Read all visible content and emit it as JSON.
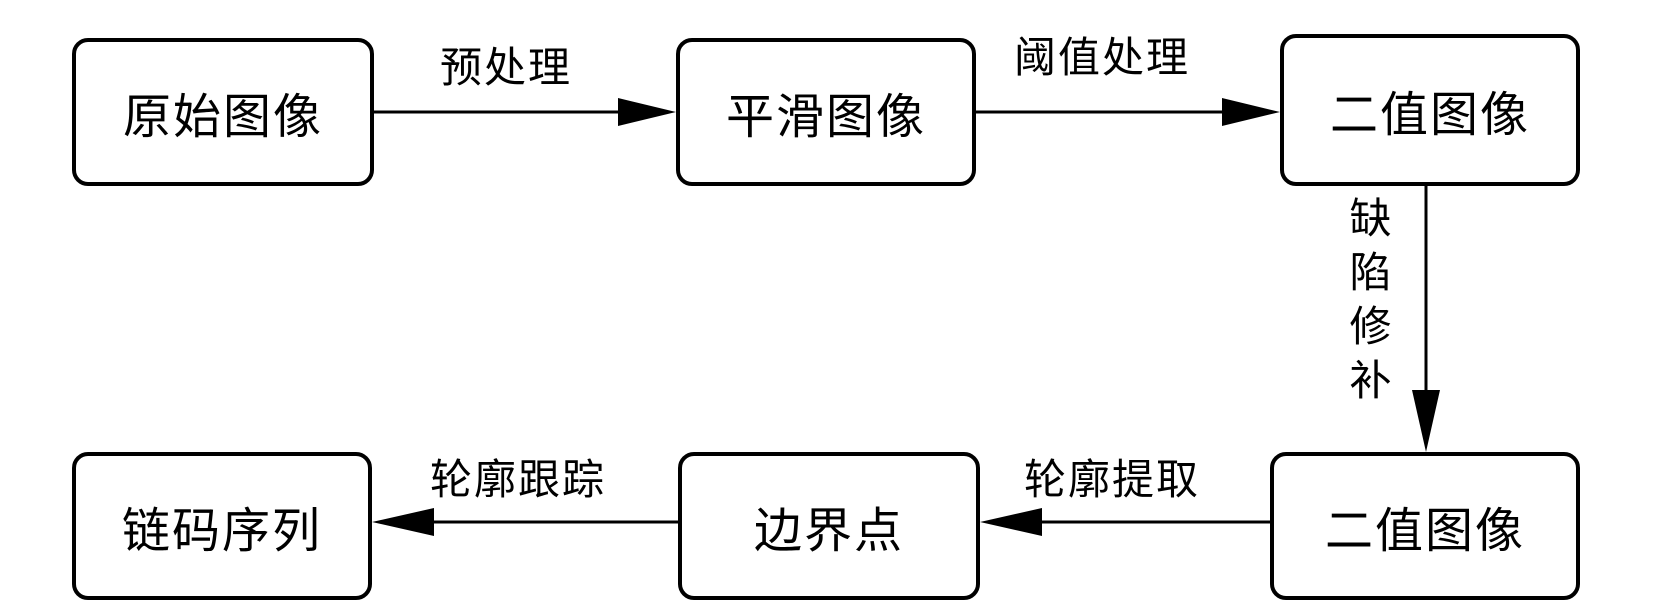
{
  "nodes": {
    "original_image": "原始图像",
    "smoothed_image": "平滑图像",
    "binary_image_top": "二值图像",
    "binary_image_bottom": "二值图像",
    "boundary_points": "边界点",
    "chain_code_sequence": "链码序列"
  },
  "edges": {
    "preprocessing": "预处理",
    "threshold_processing": "阈值处理",
    "defect_repair": "缺陷修补",
    "contour_extraction": "轮廓提取",
    "contour_tracking": "轮廓跟踪"
  }
}
